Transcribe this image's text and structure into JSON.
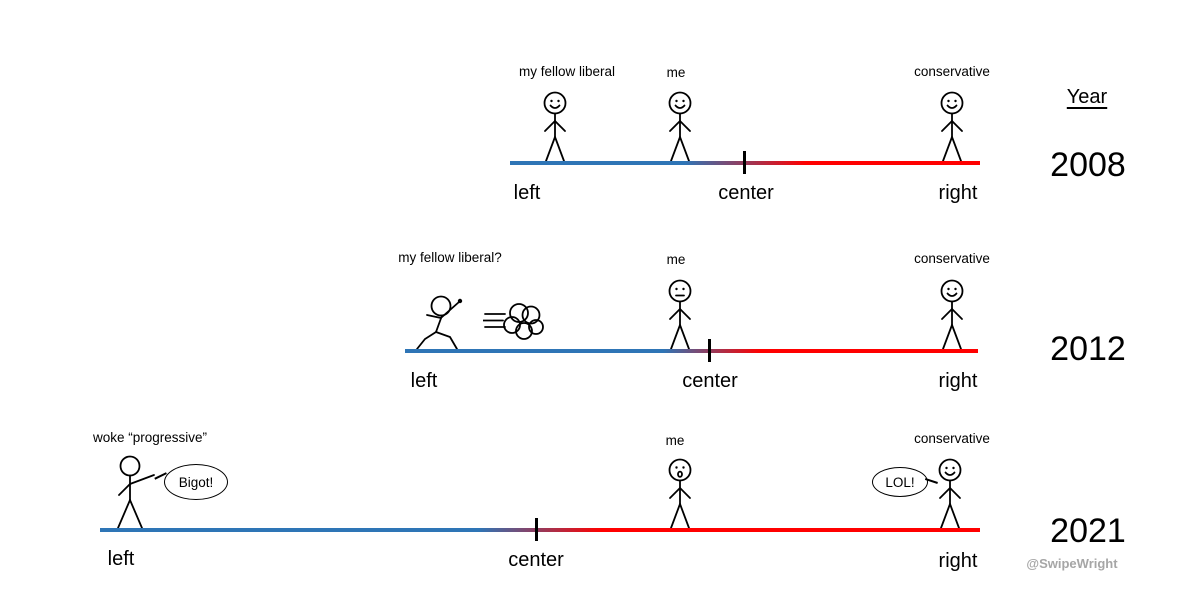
{
  "meta": {
    "year_header": "Year",
    "watermark": "@SwipeWright"
  },
  "colors": {
    "spectrum_left_blue": "#2e75b6",
    "spectrum_right_red": "#ff0000",
    "text": "#000000",
    "watermark": "#a6a6a6"
  },
  "rows": [
    {
      "year": "2008",
      "liberal_label": "my fellow liberal",
      "me_label": "me",
      "conservative_label": "conservative",
      "left_label": "left",
      "center_label": "center",
      "right_label": "right"
    },
    {
      "year": "2012",
      "liberal_label": "my fellow liberal?",
      "me_label": "me",
      "conservative_label": "conservative",
      "left_label": "left",
      "center_label": "center",
      "right_label": "right"
    },
    {
      "year": "2021",
      "liberal_label": "woke “progressive”",
      "me_label": "me",
      "conservative_label": "conservative",
      "left_label": "left",
      "center_label": "center",
      "right_label": "right",
      "bigot_bubble": "Bigot!",
      "lol_bubble": "LOL!"
    }
  ]
}
